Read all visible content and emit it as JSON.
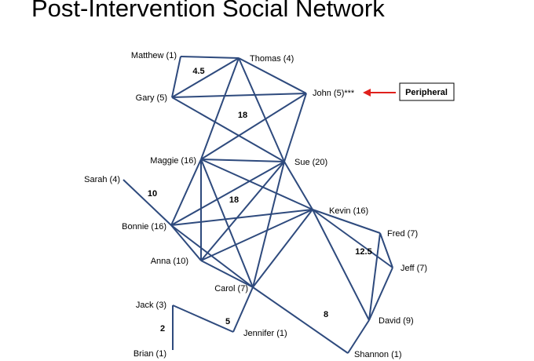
{
  "title": "Post-Intervention Social Network",
  "colors": {
    "edge": "#2e4a7d",
    "arrow": "#e0201c"
  },
  "nodes": [
    {
      "id": "matthew",
      "label": "Matthew (1)"
    },
    {
      "id": "thomas",
      "label": "Thomas (4)"
    },
    {
      "id": "gary",
      "label": "Gary (5)"
    },
    {
      "id": "john",
      "label": "John (5)***"
    },
    {
      "id": "maggie",
      "label": "Maggie (16)"
    },
    {
      "id": "sue",
      "label": "Sue (20)"
    },
    {
      "id": "sarah",
      "label": "Sarah (4)"
    },
    {
      "id": "kevin",
      "label": "Kevin (16)"
    },
    {
      "id": "bonnie",
      "label": "Bonnie (16)"
    },
    {
      "id": "fred",
      "label": "Fred (7)"
    },
    {
      "id": "jeff",
      "label": "Jeff (7)"
    },
    {
      "id": "anna",
      "label": "Anna (10)"
    },
    {
      "id": "carol",
      "label": "Carol (7)"
    },
    {
      "id": "jack",
      "label": "Jack (3)"
    },
    {
      "id": "david",
      "label": "David (9)"
    },
    {
      "id": "brian",
      "label": "Brian (1)"
    },
    {
      "id": "jennifer",
      "label": "Jennifer (1)"
    },
    {
      "id": "shannon",
      "label": "Shannon (1)"
    }
  ],
  "edges": [
    [
      "matthew",
      "thomas"
    ],
    [
      "matthew",
      "gary"
    ],
    [
      "gary",
      "thomas"
    ],
    [
      "gary",
      "john"
    ],
    [
      "thomas",
      "john"
    ],
    [
      "thomas",
      "maggie"
    ],
    [
      "thomas",
      "sue"
    ],
    [
      "gary",
      "sue"
    ],
    [
      "john",
      "maggie"
    ],
    [
      "john",
      "sue"
    ],
    [
      "maggie",
      "sue"
    ],
    [
      "maggie",
      "kevin"
    ],
    [
      "sue",
      "kevin"
    ],
    [
      "maggie",
      "bonnie"
    ],
    [
      "maggie",
      "anna"
    ],
    [
      "maggie",
      "carol"
    ],
    [
      "sue",
      "bonnie"
    ],
    [
      "sue",
      "anna"
    ],
    [
      "sue",
      "carol"
    ],
    [
      "bonnie",
      "kevin"
    ],
    [
      "bonnie",
      "anna"
    ],
    [
      "bonnie",
      "carol"
    ],
    [
      "anna",
      "kevin"
    ],
    [
      "anna",
      "carol"
    ],
    [
      "carol",
      "kevin"
    ],
    [
      "sarah",
      "bonnie"
    ],
    [
      "kevin",
      "fred"
    ],
    [
      "kevin",
      "jeff"
    ],
    [
      "kevin",
      "david"
    ],
    [
      "fred",
      "jeff"
    ],
    [
      "fred",
      "david"
    ],
    [
      "jeff",
      "david"
    ],
    [
      "carol",
      "shannon"
    ],
    [
      "shannon",
      "david"
    ],
    [
      "carol",
      "jennifer"
    ],
    [
      "jennifer",
      "jack"
    ],
    [
      "jack",
      "brian"
    ]
  ],
  "region_labels": [
    {
      "id": "r-matthew-thomas-gary",
      "text": "4.5"
    },
    {
      "id": "r-upper",
      "text": "18"
    },
    {
      "id": "r-sarah",
      "text": "10"
    },
    {
      "id": "r-middle",
      "text": "18"
    },
    {
      "id": "r-fred-jeff",
      "text": "12.5"
    },
    {
      "id": "r-kevin-david",
      "text": "8"
    },
    {
      "id": "r-jennifer",
      "text": "5"
    },
    {
      "id": "r-jack-brian",
      "text": "2"
    }
  ],
  "callout": {
    "label": "Peripheral",
    "target": "john"
  }
}
